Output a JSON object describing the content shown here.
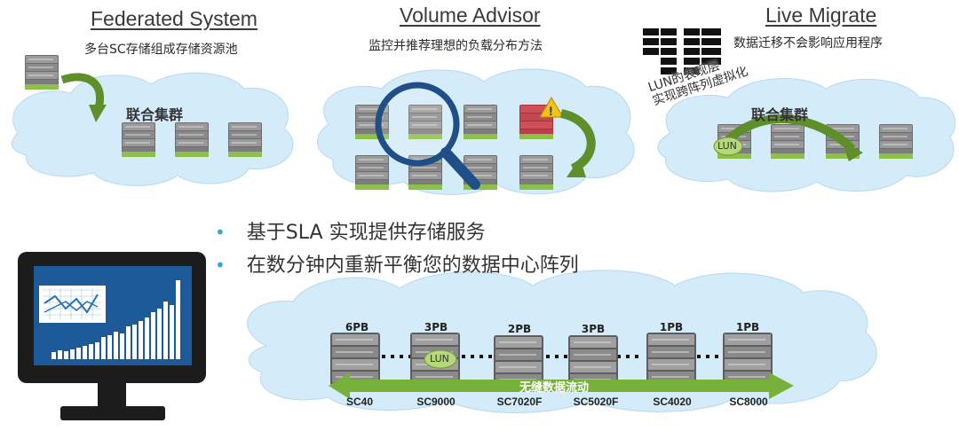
{
  "sections": [
    {
      "title": "Federated System",
      "subtitle": "多台SC存储组成存储资源池",
      "cloud_label": "联合集群"
    },
    {
      "title": "Volume Advisor",
      "subtitle": "监控并推荐理想的负载分布方法"
    },
    {
      "title": "Live Migrate",
      "subtitle": "数据迁移不会影响应用程序",
      "cloud_label": "联合集群",
      "annotation": [
        "LUN的表现层",
        "实现跨阵列虚拟化"
      ],
      "lun_label": "LUN"
    }
  ],
  "bullets": [
    "基于SLA 实现提供存储服务",
    "在数分钟内重新平衡您的数据中心阵列"
  ],
  "arrays": [
    {
      "capacity": "6PB",
      "model": "SC40"
    },
    {
      "capacity": "3PB",
      "model": "SC9000"
    },
    {
      "capacity": "2PB",
      "model": "SC7020F"
    },
    {
      "capacity": "3PB",
      "model": "SC5020F"
    },
    {
      "capacity": "1PB",
      "model": "SC4020"
    },
    {
      "capacity": "1PB",
      "model": "SC8000"
    }
  ],
  "bottom_lun_label": "LUN",
  "flow_label": "无缝数据流动",
  "colors": {
    "cloud": "#cfe8f8",
    "accent_green": "#7ab03a",
    "monitor_screen": "#1d5a99",
    "warning": "#f2c21b"
  }
}
